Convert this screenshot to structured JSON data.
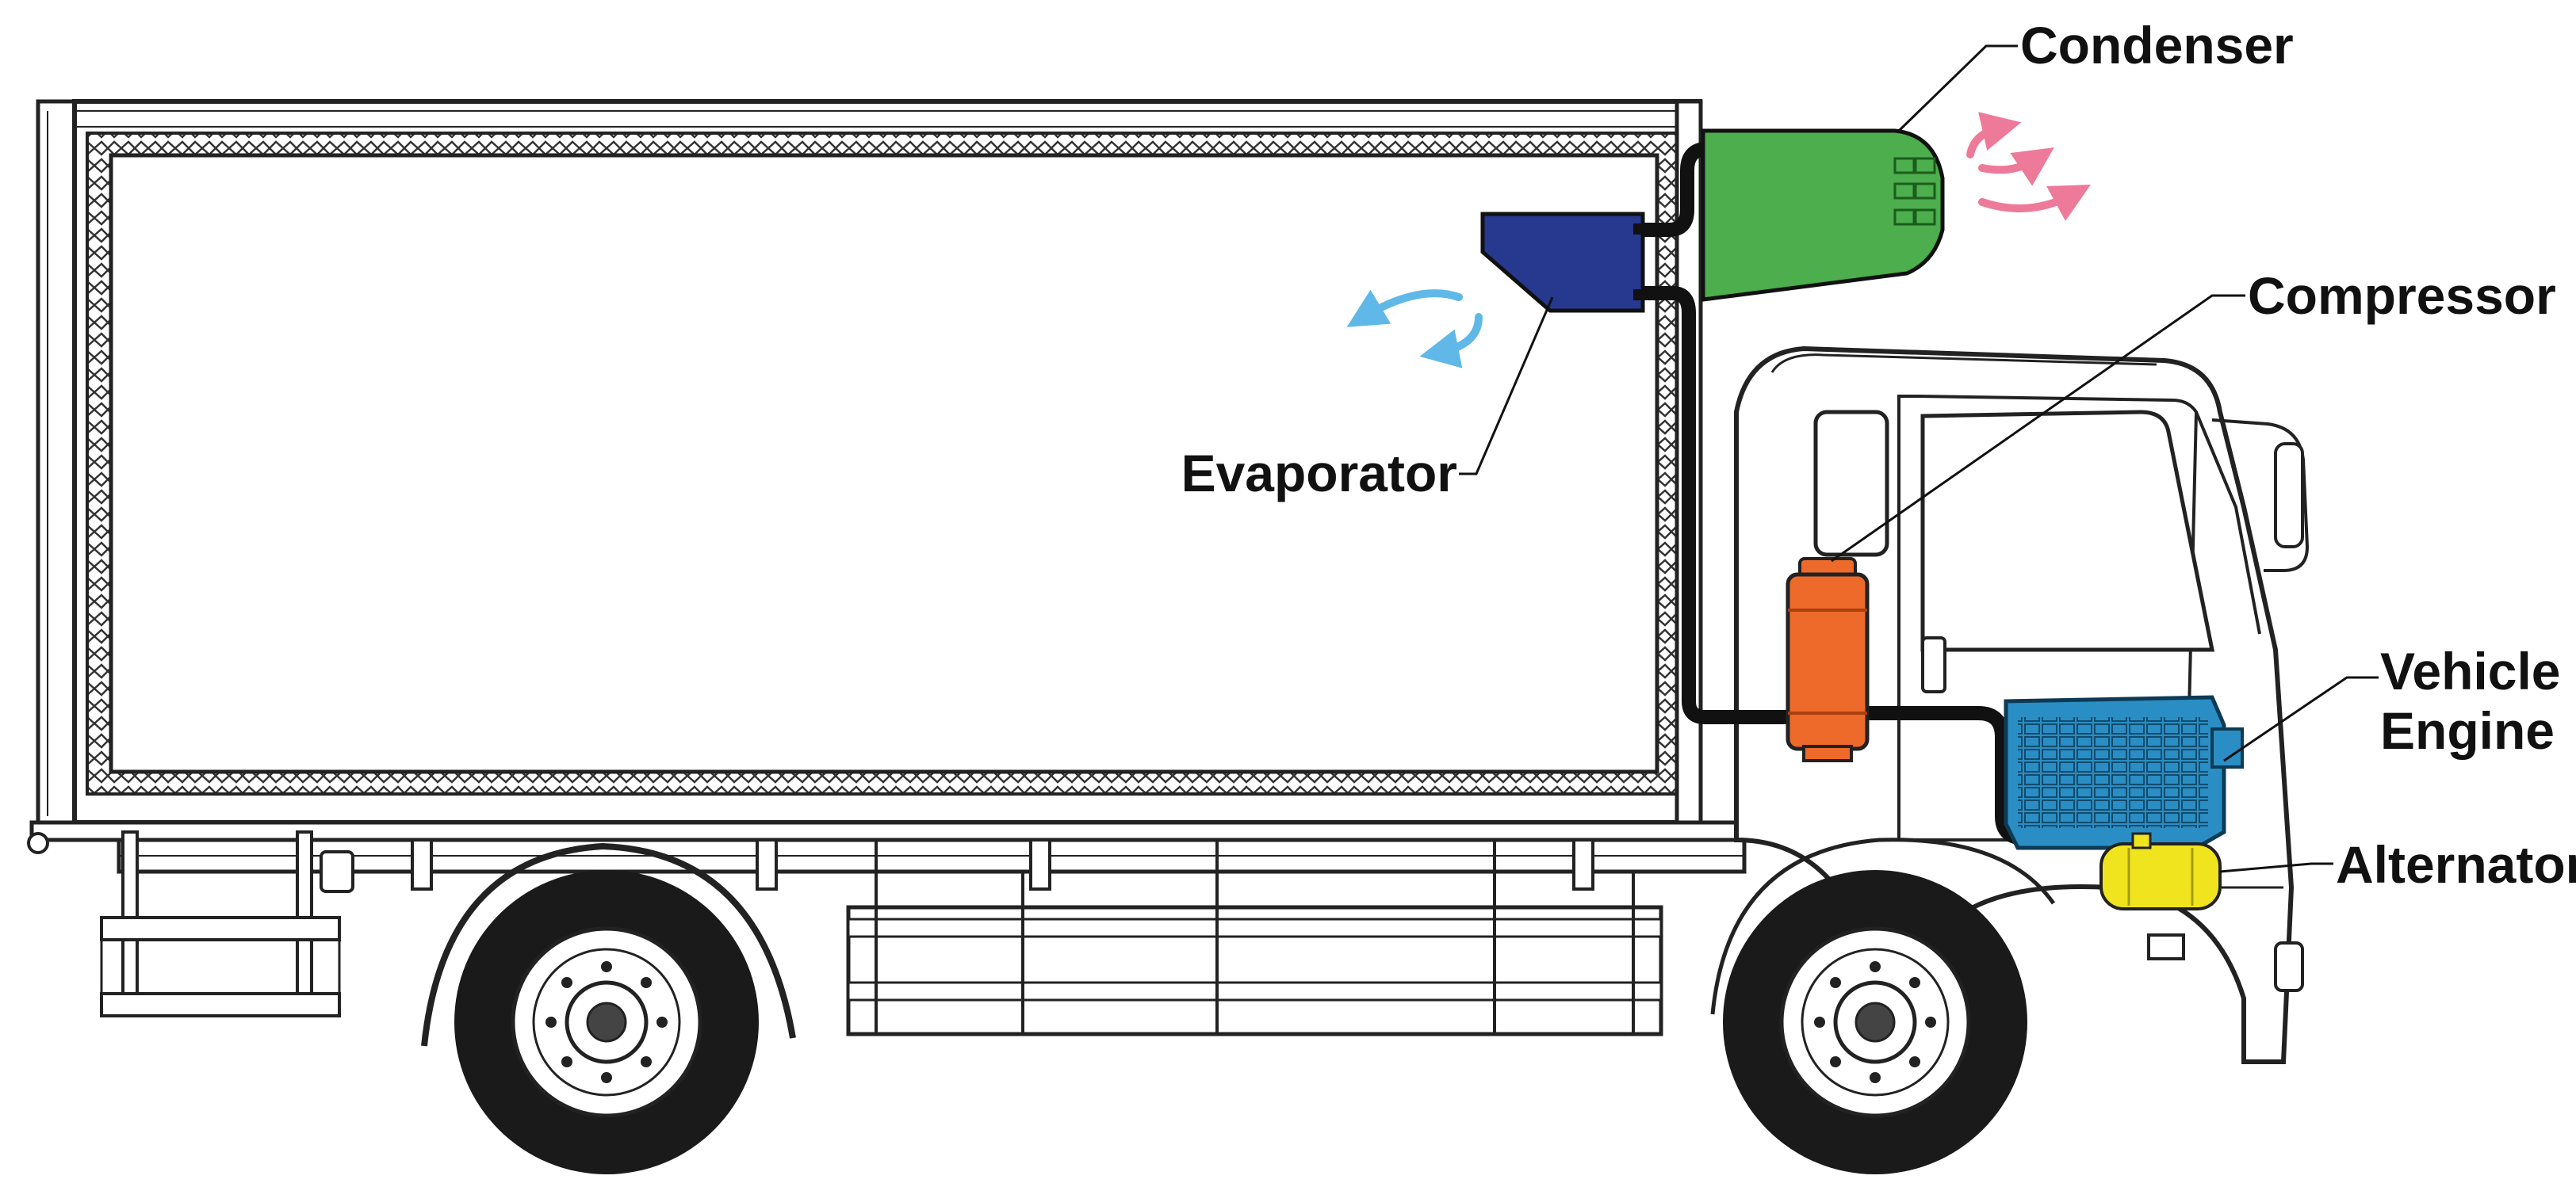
{
  "labels": {
    "condenser": "Condenser",
    "compressor": "Compressor",
    "evaporator": "Evaporator",
    "vehicle_engine_line1": "Vehicle",
    "vehicle_engine_line2": "Engine",
    "alternator": "Alternator"
  },
  "colors": {
    "condenser": "#4cae4c",
    "evaporator": "#27388f",
    "compressor": "#ee6a2a",
    "engine": "#2a8ec4",
    "alternator": "#f0e41e",
    "refrigerant_line": "#111111",
    "cold_air": "#5fb8e8",
    "hot_air": "#ee7a9a",
    "outline": "#222222"
  },
  "icons": {
    "cold_air": "cold-air-arrow-icon",
    "hot_air": "hot-air-arrow-icon"
  }
}
